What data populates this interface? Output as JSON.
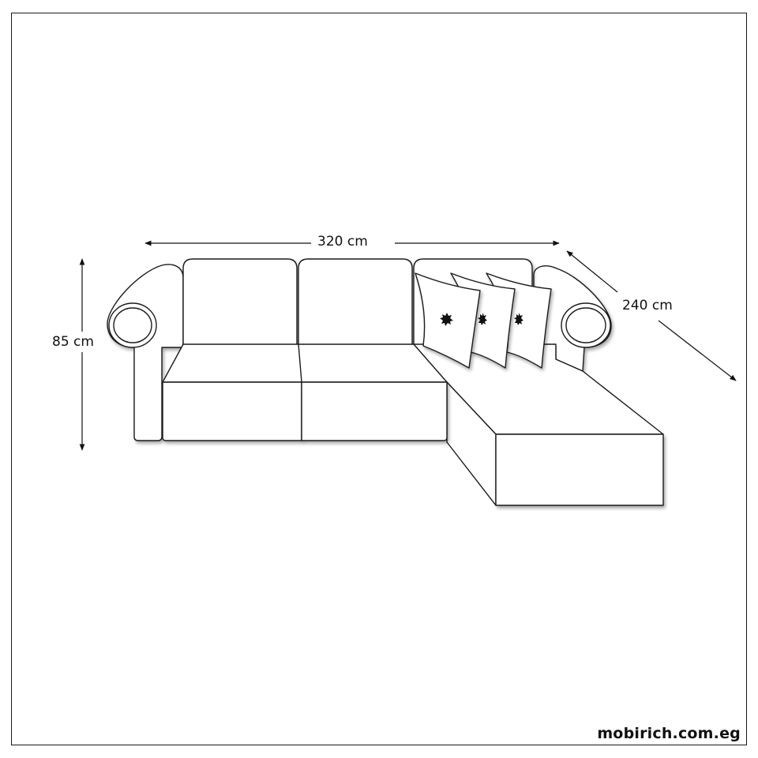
{
  "dimensions": {
    "width": "320 cm",
    "height": "85 cm",
    "depth": "240 cm"
  },
  "brand": "mobirich.com.eg",
  "colors": {
    "stroke": "#1a1a1a",
    "fill": "#ffffff",
    "shadow": "#bdbdbd"
  }
}
